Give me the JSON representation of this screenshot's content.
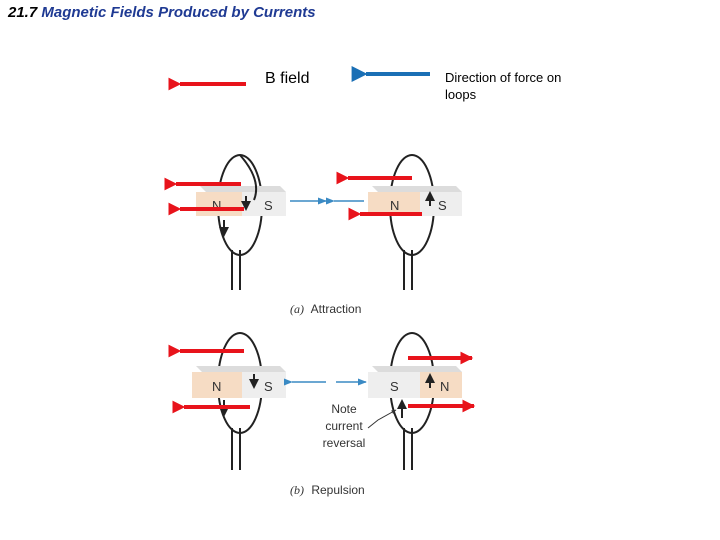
{
  "title": {
    "number": "21.7",
    "text": "Magnetic Fields Produced by Currents"
  },
  "legend": {
    "b_field": "B field",
    "force": "Direction of force on loops"
  },
  "colors": {
    "b_field_arrow": "#e8131b",
    "force_arrow": "#1a6fb5",
    "magnet_face": "#eeeeee",
    "magnet_side": "#c8c8c8",
    "magnet_tint": "#f6dcc4",
    "wire": "#222222"
  },
  "panel_a": {
    "caption_letter": "(a)",
    "caption_text": "Attraction",
    "left_magnet": {
      "pole1": "N",
      "pole2": "S"
    },
    "right_magnet": {
      "pole1": "N",
      "pole2": "S"
    }
  },
  "panel_b": {
    "caption_letter": "(b)",
    "caption_text": "Repulsion",
    "left_magnet": {
      "pole1": "N",
      "pole2": "S"
    },
    "right_magnet": {
      "pole1": "S",
      "pole2": "N"
    },
    "note_lines": [
      "Note",
      "current",
      "reversal"
    ]
  }
}
